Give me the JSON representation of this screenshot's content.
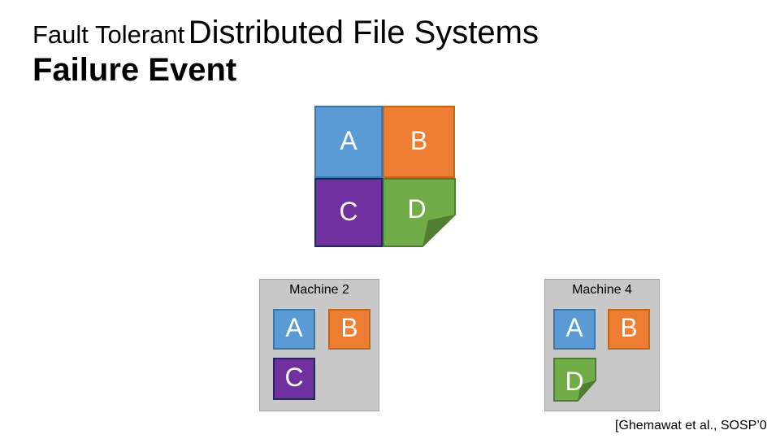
{
  "slide": {
    "title_prefix": "Fault Tolerant",
    "title_main": "Distributed File Systems",
    "subtitle": "Failure Event",
    "citation": "[Ghemawat et al., SOSP’0"
  },
  "file_chunks": [
    {
      "label": "A",
      "color": "#5b9bd5"
    },
    {
      "label": "B",
      "color": "#ed7d31"
    },
    {
      "label": "C",
      "color": "#7030a0"
    },
    {
      "label": "D",
      "color": "#70ad47"
    }
  ],
  "machines": [
    {
      "name": "Machine 2",
      "chunks": [
        "A",
        "B",
        "C"
      ]
    },
    {
      "name": "Machine 4",
      "chunks": [
        "A",
        "B",
        "D"
      ]
    }
  ]
}
